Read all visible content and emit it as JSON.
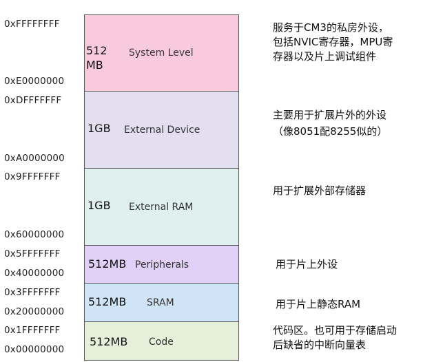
{
  "addresses": [
    "0xFFFFFFFF",
    "0xE0000000",
    "0xDFFFFFFF",
    "0xA0000000",
    "0x9FFFFFFF",
    "0x60000000",
    "0x5FFFFFFF",
    "0x40000000",
    "0x3FFFFFFF",
    "0x20000000",
    "0x1FFFFFFF",
    "0x00000000"
  ],
  "regions": [
    {
      "size_line1": "512",
      "size_line2": "MB",
      "name": "System Level",
      "color": "#f9cade"
    },
    {
      "size": "1GB",
      "name": "External Device",
      "color": "#e3dff0"
    },
    {
      "size": "1GB",
      "name": "External RAM",
      "color": "#dff0ee"
    },
    {
      "size": "512MB",
      "name": "Peripherals",
      "color": "#e1d0f7"
    },
    {
      "size": "512MB",
      "name": "SRAM",
      "color": "#cfe4f6"
    },
    {
      "size": "512MB",
      "name": "Code",
      "color": "#e6efd9"
    }
  ],
  "descriptions": [
    [
      "服务于CM3的私房外设，",
      "包括NVIC寄存器，MPU寄",
      "存器以及片上调试组件"
    ],
    [
      "主要用于扩展片外的外设",
      "（像8051配8255似的）"
    ],
    [
      "用于扩展外部存储器"
    ],
    [
      "用于片上外设"
    ],
    [
      "用于片上静态RAM"
    ],
    [
      "代码区。也可用于存储启动",
      "后缺省的中断向量表"
    ]
  ]
}
